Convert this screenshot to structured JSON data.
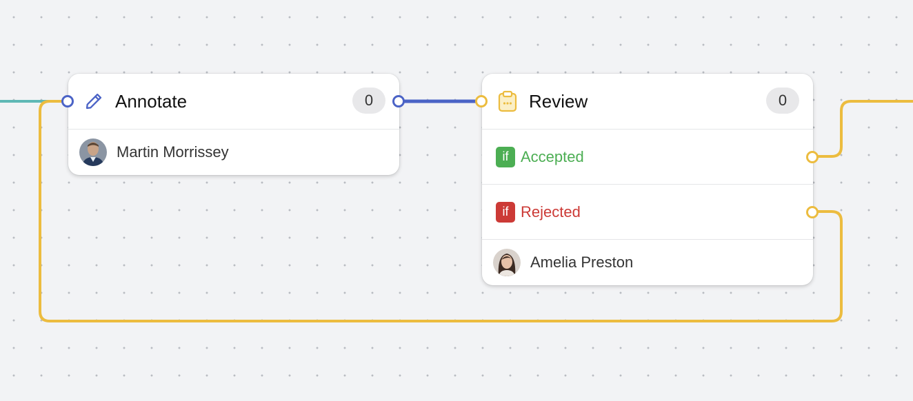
{
  "colors": {
    "blue": "#4b63c6",
    "yellow": "#ecbc3f",
    "teal": "#5fb8b5",
    "green": "#4cae53",
    "red": "#cc3a36"
  },
  "nodes": {
    "annotate": {
      "title": "Annotate",
      "count": "0",
      "icon": "pencil-icon",
      "assignee": "Martin Morrissey"
    },
    "review": {
      "title": "Review",
      "count": "0",
      "icon": "clipboard-icon",
      "conditions": [
        {
          "badge": "if",
          "label": "Accepted"
        },
        {
          "badge": "if",
          "label": "Rejected"
        }
      ],
      "assignee": "Amelia Preston"
    }
  }
}
